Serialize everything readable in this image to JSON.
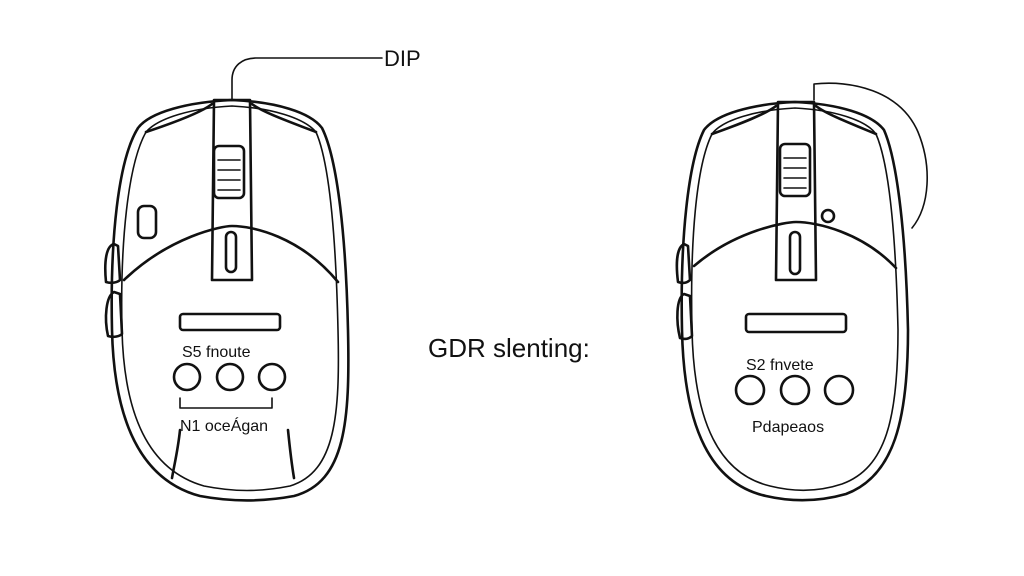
{
  "labels": {
    "callout_top": "DIP",
    "center_caption": "GDR slenting:",
    "left_mouse_model": "S5 fnoute",
    "left_mouse_bottom": "N1 oceÁgan",
    "right_mouse_model": "S2 fnvete",
    "right_mouse_bottom": "Pdapeaos"
  },
  "colors": {
    "ink": "#111111",
    "background": "#ffffff"
  }
}
